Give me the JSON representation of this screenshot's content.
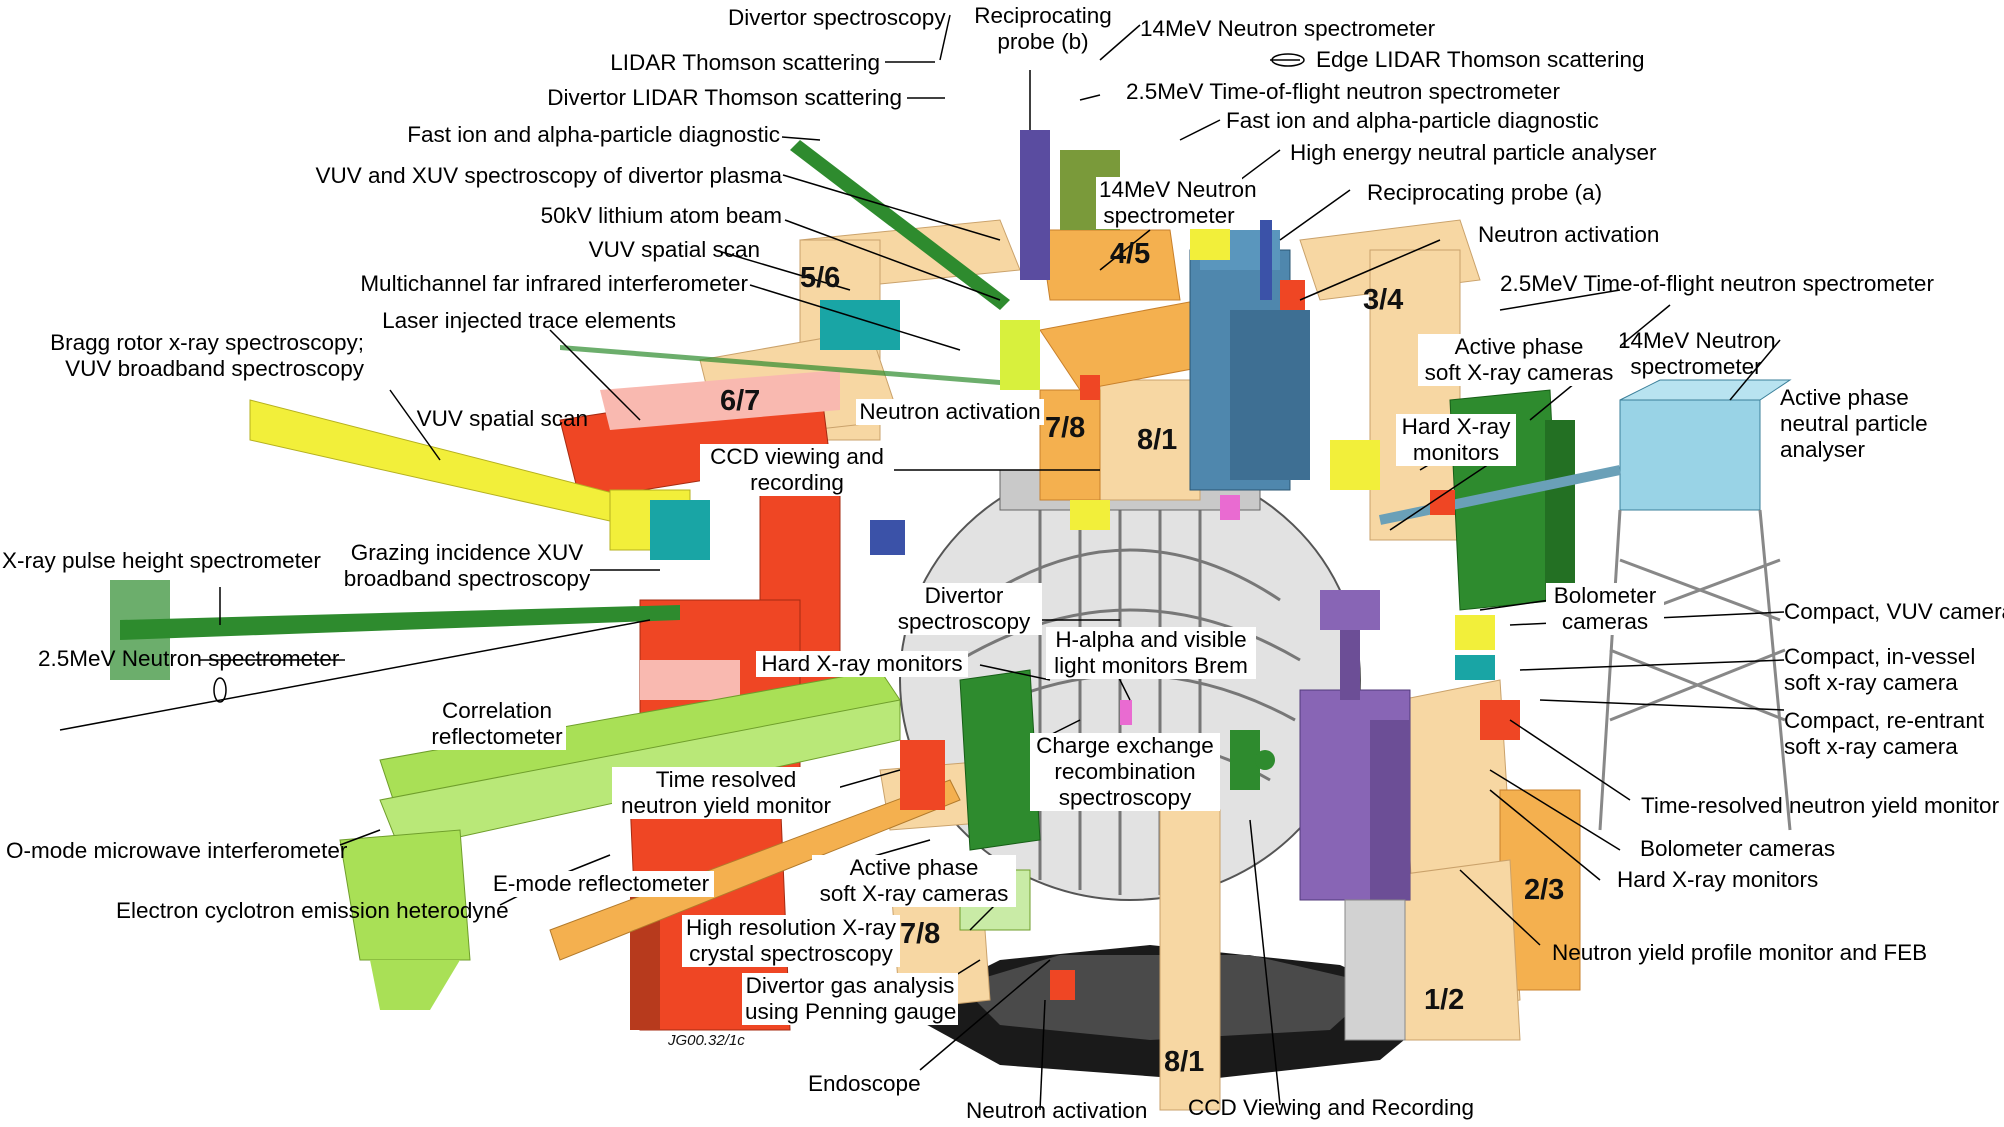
{
  "labels": {
    "divertor_spectroscopy_top": "Divertor spectroscopy",
    "reciprocating_probe_b": "Reciprocating\nprobe (b)",
    "n14_spec_top": "14MeV Neutron spectrometer",
    "edge_lidar": "Edge LIDAR Thomson scattering",
    "lidar_thomson": "LIDAR Thomson scattering",
    "divertor_lidar": "Divertor LIDAR Thomson scattering",
    "tof_top": "2.5MeV Time-of-flight neutron spectrometer",
    "fast_ion_left": "Fast ion and alpha-particle diagnostic",
    "fast_ion_right": "Fast ion and alpha-particle diagnostic",
    "high_energy_npa": "High energy neutral particle analyser",
    "vuv_xuv_divertor": "VUV and XUV spectroscopy of divertor plasma",
    "reciprocating_probe_a": "Reciprocating probe (a)",
    "n14_spec_mid": "14MeV Neutron\nspectrometer",
    "lithium_beam": "50kV lithium atom beam",
    "neutron_activation_top": "Neutron activation",
    "vuv_spatial_scan_top": "VUV spatial scan",
    "fir_interferometer": "Multichannel far infrared interferometer",
    "tof_right": "2.5MeV Time-of-flight neutron spectrometer",
    "laser_trace": "Laser injected trace elements",
    "bragg_rotor": "Bragg rotor x-ray spectroscopy;\nVUV broadband spectroscopy",
    "active_phase_sxr_top": "Active phase\nsoft X-ray cameras",
    "n14_spec_right": "14MeV Neutron\nspectrometer",
    "active_phase_npa": "Active phase\nneutral particle\nanalyser",
    "neutron_activation_mid": "Neutron activation",
    "vuv_spatial_scan_left": "VUV spatial scan",
    "hard_xray_top": "Hard X-ray\nmonitors",
    "ccd_viewing": "CCD viewing and\nrecording",
    "grazing_xuv": "Grazing incidence XUV\nbroadband spectroscopy",
    "xray_pulse": "X-ray pulse height spectrometer",
    "divertor_spectroscopy_mid": "Divertor\nspectroscopy",
    "h_alpha": "H-alpha and visible\nlight monitors Brem",
    "bolometer_top": "Bolometer\ncameras",
    "compact_vuv": "Compact, VUV camera",
    "compact_in_vessel": "Compact, in-vessel\nsoft x-ray camera",
    "n25_spec": "2.5MeV Neutron spectrometer",
    "hard_xray_mid": "Hard X-ray monitors",
    "compact_reentrant": "Compact, re-entrant\nsoft x-ray camera",
    "correlation_reflecto": "Correlation\nreflectometer",
    "charge_exchange": "Charge exchange\nrecombination\nspectroscopy",
    "time_resolved_left": "Time resolved\nneutron yield monitor",
    "time_resolved_right": "Time-resolved neutron yield monitor",
    "bolometer_bottom": "Bolometer cameras",
    "omode": "O-mode microwave interferometer",
    "active_phase_sxr_bottom": "Active phase\nsoft X-ray cameras",
    "hard_xray_bottom": "Hard X-ray monitors",
    "emode": "E-mode reflectometer",
    "ece_heterodyne": "Electron cyclotron emission heterodyne",
    "high_res_xray": "High resolution X-ray\ncrystal spectroscopy",
    "neutron_yield_profile": "Neutron yield profile monitor and FEB",
    "divertor_gas": "Divertor gas analysis\nusing Penning gauge",
    "endoscope": "Endoscope",
    "neutron_activation_bottom": "Neutron activation",
    "ccd_viewing_bottom": "CCD Viewing and Recording"
  },
  "octants": {
    "o56": "5/6",
    "o45": "4/5",
    "o34": "3/4",
    "o67": "6/7",
    "o78_top": "7/8",
    "o81_top": "8/1",
    "o23": "2/3",
    "o78_bottom": "7/8",
    "o12": "1/2",
    "o81_bottom": "8/1"
  },
  "figure_code": "JG00.32/1c",
  "colors": {
    "frame_beige": "#f7d7a3",
    "frame_orange": "#f4b04f",
    "port_red": "#ef4624",
    "port_pink": "#f9b9b0",
    "vessel_grey": "#d8d8d8",
    "blue_diag": "#4f87ad",
    "purple_diag": "#8865b5",
    "green_diag": "#2e8b2e",
    "yellow_diag": "#f2ef3a",
    "light_green": "#a9e056",
    "light_blue": "#99d3e6",
    "teal": "#19a5a5"
  }
}
